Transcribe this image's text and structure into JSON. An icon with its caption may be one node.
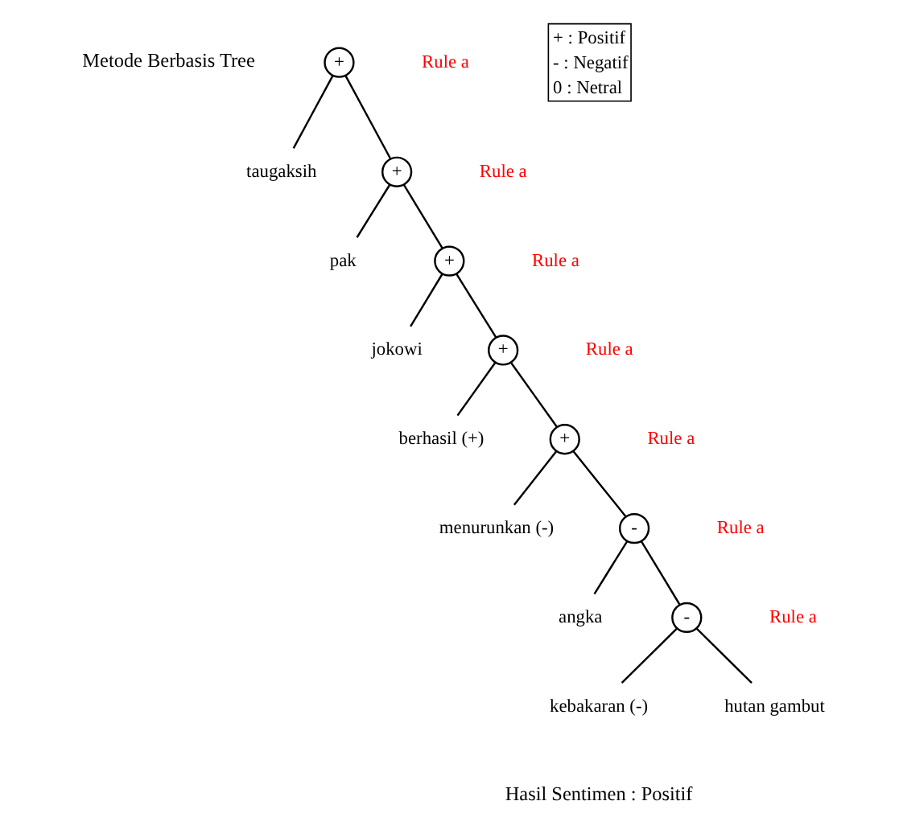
{
  "diagram": {
    "nodes": [
      {
        "text": [
          "+"
        ],
        "beside": [
          "Rule a"
        ]
      },
      {
        "text": [
          "taugaksih"
        ]
      },
      {
        "text": [
          "+"
        ],
        "beside": [
          "Rule a"
        ]
      },
      {
        "text": [
          "pak"
        ]
      },
      {
        "text": [
          "+"
        ],
        "beside": [
          "Rule a"
        ]
      },
      {
        "text": [
          "jokowi"
        ]
      },
      {
        "text": [
          "+"
        ],
        "beside": [
          "Rule a"
        ]
      },
      {
        "text": [
          "berhasil (+)"
        ]
      },
      {
        "text": [
          "+"
        ],
        "beside": [
          "Rule a"
        ]
      },
      {
        "text": [
          "menurunkan (-)"
        ]
      },
      {
        "text": [
          "-"
        ],
        "beside": [
          "Rule a"
        ]
      },
      {
        "text": [
          "angka"
        ]
      },
      {
        "text": [
          "-"
        ],
        "beside": [
          "Rule a"
        ]
      },
      {
        "text": [
          "kebakaran (-)"
        ]
      },
      {
        "text": [
          "hutan gambut"
        ]
      }
    ],
    "edges": [
      {
        "from": 0,
        "to": 1,
        "arrow": "none"
      },
      {
        "from": 0,
        "to": 2,
        "arrow": "none"
      },
      {
        "from": 2,
        "to": 3,
        "arrow": "none"
      },
      {
        "from": 2,
        "to": 4,
        "arrow": "none"
      },
      {
        "from": 4,
        "to": 5,
        "arrow": "none"
      },
      {
        "from": 4,
        "to": 6,
        "arrow": "none"
      },
      {
        "from": 6,
        "to": 7,
        "arrow": "none"
      },
      {
        "from": 6,
        "to": 8,
        "arrow": "none"
      },
      {
        "from": 8,
        "to": 9,
        "arrow": "none"
      },
      {
        "from": 8,
        "to": 10,
        "arrow": "none"
      },
      {
        "from": 10,
        "to": 11,
        "arrow": "none"
      },
      {
        "from": 10,
        "to": 12,
        "arrow": "none"
      },
      {
        "from": 12,
        "to": 13,
        "arrow": "none"
      },
      {
        "from": 12,
        "to": 14,
        "arrow": "none"
      }
    ],
    "labels": [
      "Metode Berbasis Tree",
      "Hasil Sentimen : Positif"
    ],
    "legend": [
      {
        "text": "+ : Positif"
      },
      {
        "text": "- : Negatif"
      },
      {
        "text": "0 : Netral"
      }
    ]
  }
}
